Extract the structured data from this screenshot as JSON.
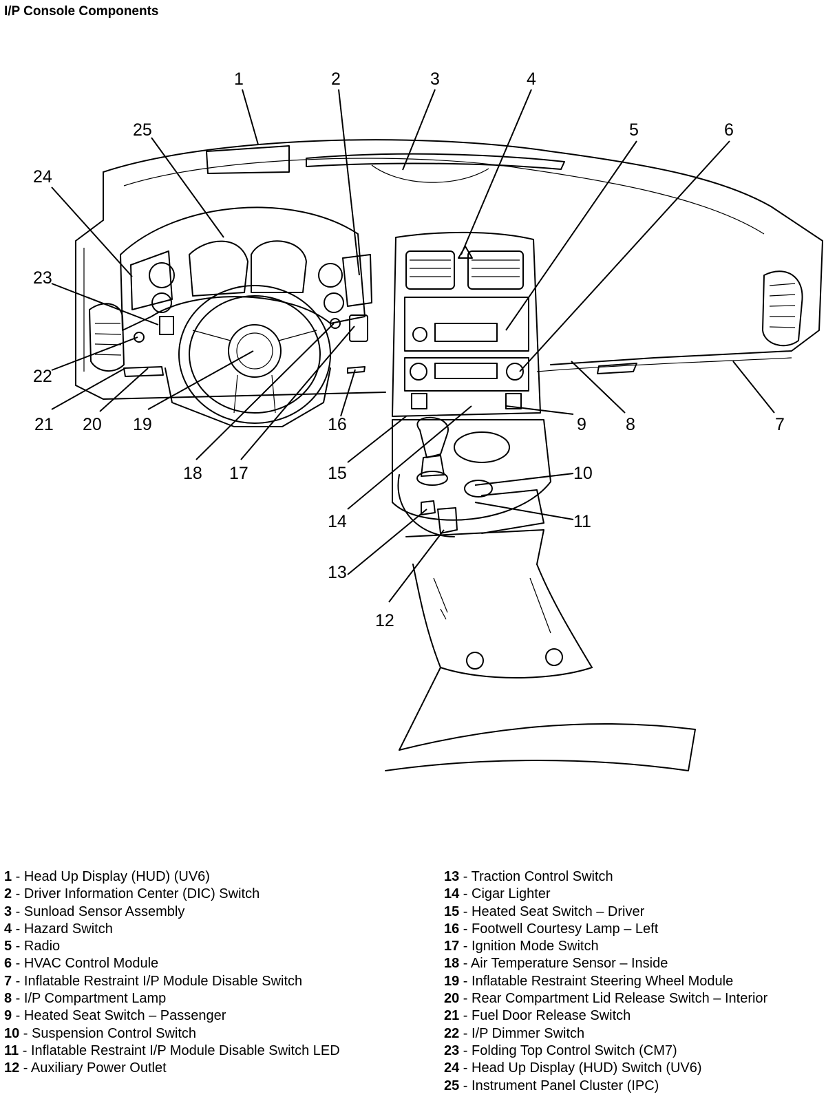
{
  "title": "I/P Console Components",
  "callouts": [
    "1",
    "2",
    "3",
    "4",
    "5",
    "6",
    "7",
    "8",
    "9",
    "10",
    "11",
    "12",
    "13",
    "14",
    "15",
    "16",
    "17",
    "18",
    "19",
    "20",
    "21",
    "22",
    "23",
    "24",
    "25"
  ],
  "legend": {
    "left": [
      {
        "num": "1",
        "label": "Head Up Display (HUD) (UV6)"
      },
      {
        "num": "2",
        "label": "Driver Information Center (DIC) Switch"
      },
      {
        "num": "3",
        "label": "Sunload Sensor Assembly"
      },
      {
        "num": "4",
        "label": "Hazard Switch"
      },
      {
        "num": "5",
        "label": "Radio"
      },
      {
        "num": "6",
        "label": "HVAC Control Module"
      },
      {
        "num": "7",
        "label": "Inflatable Restraint I/P Module Disable Switch"
      },
      {
        "num": "8",
        "label": "I/P Compartment Lamp"
      },
      {
        "num": "9",
        "label": "Heated Seat Switch – Passenger"
      },
      {
        "num": "10",
        "label": "Suspension Control Switch"
      },
      {
        "num": "11",
        "label": "Inflatable Restraint I/P Module Disable Switch LED"
      },
      {
        "num": "12",
        "label": "Auxiliary Power Outlet"
      }
    ],
    "right": [
      {
        "num": "13",
        "label": "Traction Control Switch"
      },
      {
        "num": "14",
        "label": "Cigar Lighter"
      },
      {
        "num": "15",
        "label": "Heated Seat Switch – Driver"
      },
      {
        "num": "16",
        "label": "Footwell Courtesy Lamp – Left"
      },
      {
        "num": "17",
        "label": "Ignition Mode Switch"
      },
      {
        "num": "18",
        "label": "Air Temperature Sensor – Inside"
      },
      {
        "num": "19",
        "label": "Inflatable Restraint Steering Wheel Module"
      },
      {
        "num": "20",
        "label": "Rear Compartment Lid Release Switch – Interior"
      },
      {
        "num": "21",
        "label": "Fuel Door Release Switch"
      },
      {
        "num": "22",
        "label": "I/P Dimmer Switch"
      },
      {
        "num": "23",
        "label": "Folding Top Control Switch (CM7)"
      },
      {
        "num": "24",
        "label": "Head Up Display (HUD) Switch (UV6)"
      },
      {
        "num": "25",
        "label": "Instrument Panel Cluster (IPC)"
      }
    ]
  }
}
